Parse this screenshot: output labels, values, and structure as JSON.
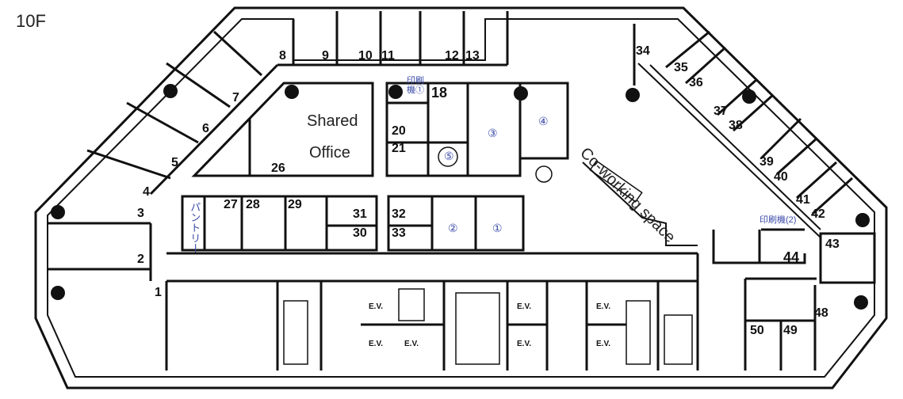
{
  "floor": "10F",
  "rooms": {
    "r1": "1",
    "r2": "2",
    "r3": "3",
    "r4": "4",
    "r5": "5",
    "r6": "6",
    "r7": "7",
    "r8": "8",
    "r9": "9",
    "r10": "10",
    "r11": "11",
    "r12": "12",
    "r13": "13",
    "r18": "18",
    "r20": "20",
    "r21": "21",
    "r26": "26",
    "r27": "27",
    "r28": "28",
    "r29": "29",
    "r30": "30",
    "r31": "31",
    "r32": "32",
    "r33": "33",
    "r34": "34",
    "r35": "35",
    "r36": "36",
    "r37": "37",
    "r38": "38",
    "r39": "39",
    "r40": "40",
    "r41": "41",
    "r42": "42",
    "r43": "43",
    "r44": "44",
    "r48": "48",
    "r49": "49",
    "r50": "50"
  },
  "areas": {
    "shared_line1": "Shared",
    "shared_line2": "Office",
    "coworking": "Co-working space",
    "pantry": "パントリー",
    "printer1": "印刷機①",
    "printer2": "印刷機(2)"
  },
  "meeting": {
    "m1": "①",
    "m2": "②",
    "m3": "③",
    "m4": "④",
    "m5": "⑤"
  },
  "elevator_label": "E.V."
}
